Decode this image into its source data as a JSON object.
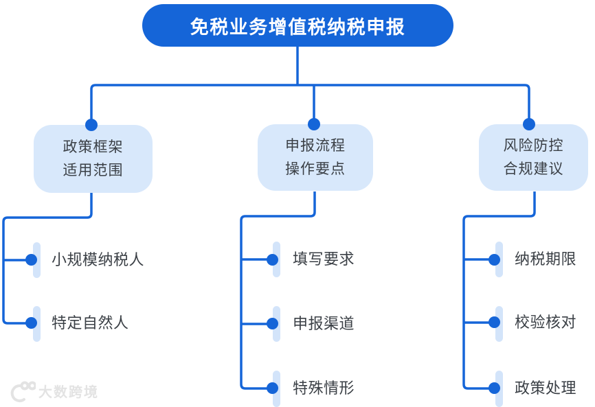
{
  "root": {
    "label": "免税业务增值税纳税申报"
  },
  "branches": [
    {
      "id": "policy-framework",
      "lines": [
        "政策框架",
        "适用范围"
      ],
      "children": [
        "小规模纳税人",
        "特定自然人"
      ]
    },
    {
      "id": "filing-process",
      "lines": [
        "申报流程",
        "操作要点"
      ],
      "children": [
        "填写要求",
        "申报渠道",
        "特殊情形"
      ]
    },
    {
      "id": "risk-control",
      "lines": [
        "风险防控",
        "合规建议"
      ],
      "children": [
        "纳税期限",
        "校验核对",
        "政策处理"
      ]
    }
  ],
  "watermark": {
    "text": "大数跨境",
    "logo": "100-logo"
  },
  "colors": {
    "primary": "#1565d8",
    "branch_bg": "#d8e8fb",
    "bar_bg": "#d3e4fa",
    "node_text": "#3a3f45",
    "root_text": "#ffffff",
    "watermark": "#e3e3e3",
    "canvas_bg": "#ffffff"
  }
}
